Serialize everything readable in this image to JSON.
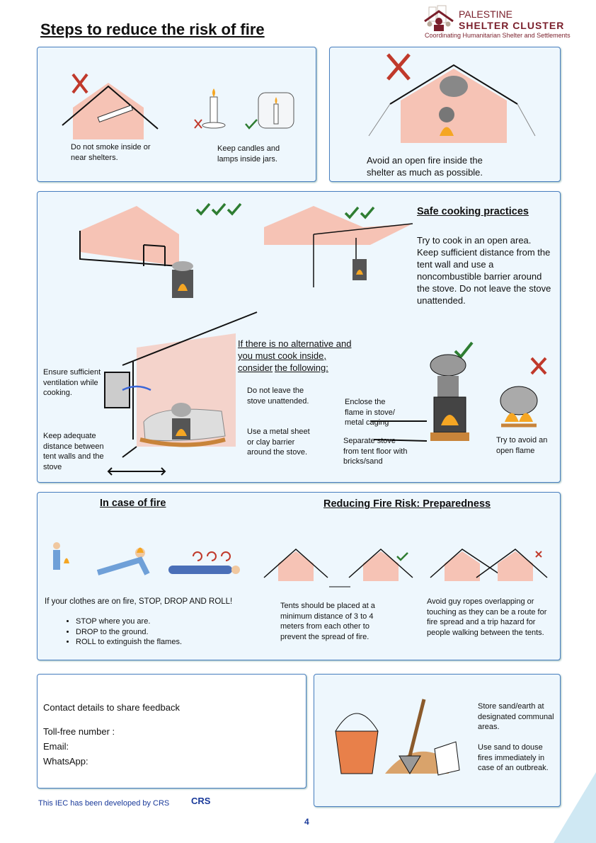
{
  "title": "Steps to reduce the risk of fire",
  "logo": {
    "line1": "PALESTINE",
    "line2": "SHELTER CLUSTER",
    "tagline": "Coordinating Humanitarian Shelter and Settlements"
  },
  "panel_top_left": {
    "smoke": "Do not smoke inside or near shelters.",
    "candles": "Keep candles and lamps inside jars."
  },
  "panel_top_right": {
    "text": "Avoid an open fire inside the shelter as much as possible."
  },
  "cooking": {
    "heading": "Safe cooking practices",
    "intro": "Try to cook in an open area. Keep sufficient distance from the tent wall and use a noncombustible barrier around  the stove. Do not leave the stove unattended.",
    "inside_heading_1": "If there is no alternative and",
    "inside_heading_2": "you must cook inside,",
    "inside_heading_3a": "consider",
    "inside_heading_3b": "the following:",
    "ventilation": "Ensure sufficient ventilation while cooking.",
    "distance": "Keep adequate distance between tent walls and the stove",
    "unattended": "Do not leave the stove unattended.",
    "barrier": "Use a metal sheet or clay barrier around the stove.",
    "enclose": "Enclose the flame in stove/ metal caging",
    "separate": "Separate stove from tent floor with bricks/sand",
    "avoid_flame": "Try to avoid an open flame"
  },
  "fire": {
    "heading": "In case of fire",
    "intro": "If your clothes are on fire, STOP,  DROP AND ROLL!",
    "steps": [
      "STOP where you are.",
      "DROP to the ground.",
      "ROLL to extinguish the flames."
    ]
  },
  "preparedness": {
    "heading": "Reducing Fire Risk: Preparedness",
    "distance": "Tents should be placed at a minimum distance of 3 to 4 meters from each other to prevent the spread of fire.",
    "ropes": "Avoid guy ropes overlapping or touching as they can be a route for fire spread and a trip hazard for people walking between the tents."
  },
  "contact": {
    "title": "Contact details to share feedback",
    "tollfree": "Toll-free number :",
    "email": "Email:",
    "whatsapp": "WhatsApp:"
  },
  "sand": {
    "store": "Store sand/earth at designated communal areas.",
    "douse": "Use sand to douse fires immediately in case of an outbreak."
  },
  "footer": {
    "credit": "This IEC has been developed by CRS",
    "crs_logo": "CRS",
    "page": "4"
  },
  "colors": {
    "border": "#4a7fc0",
    "panel": "#eef7fd",
    "tent": "#f6c3b5",
    "check": "#2e7d32",
    "cross": "#c0392b",
    "logo": "#7a1f2b"
  }
}
